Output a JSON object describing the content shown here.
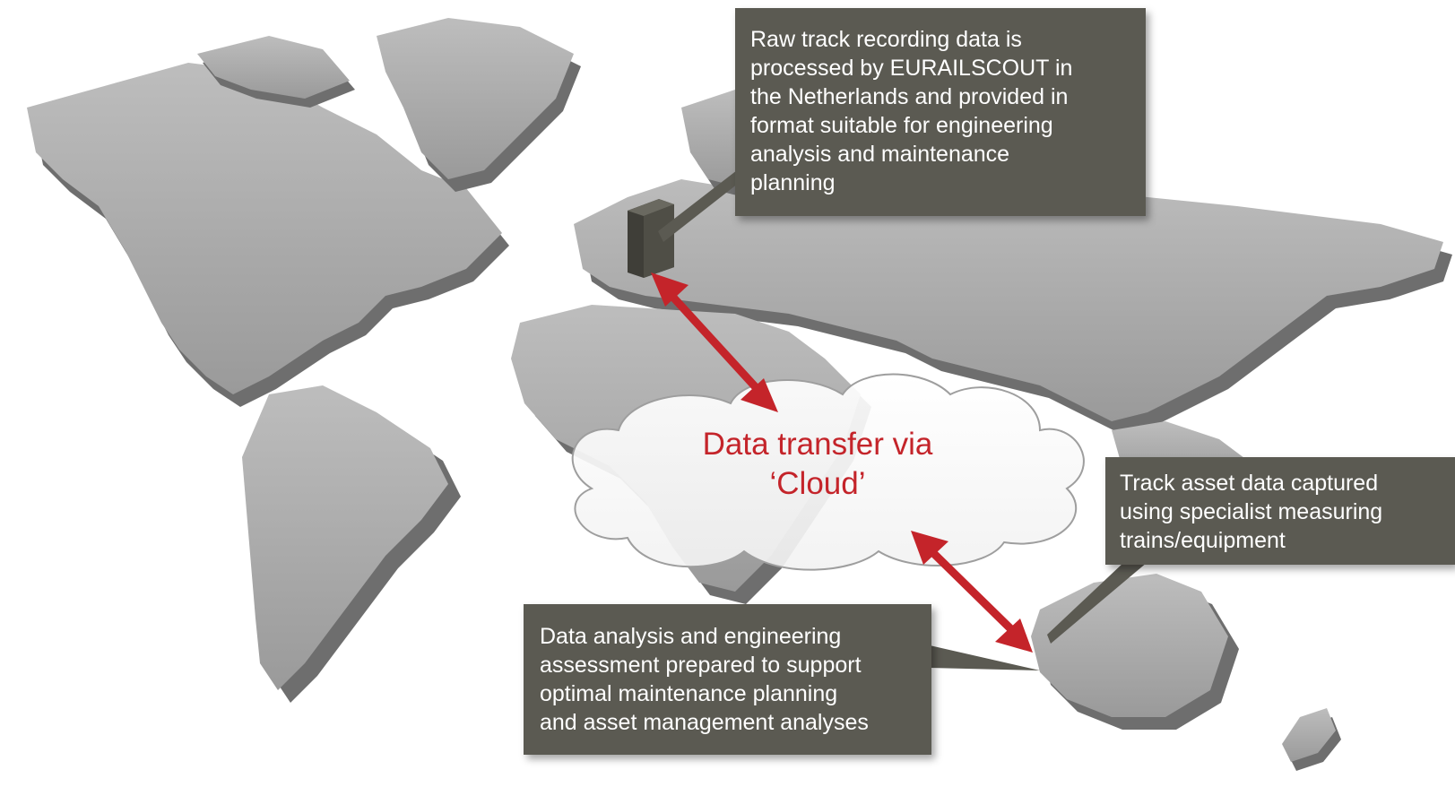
{
  "callouts": {
    "processing": "Raw track recording data is\nprocessed by EURAILSCOUT in\nthe Netherlands and provided in\nformat suitable for engineering\nanalysis and maintenance\nplanning",
    "capture": "Track asset data captured\nusing specialist measuring\ntrains/equipment",
    "analysis": "Data analysis and engineering\nassessment prepared to support\noptimal maintenance planning\nand asset management analyses"
  },
  "cloud": {
    "label": "Data transfer via\n‘Cloud’"
  },
  "colors": {
    "callout_bg": "#5b5a52",
    "callout_text": "#ffffff",
    "arrow": "#c4242a",
    "cloud_text": "#c4242a",
    "land_top": "#a8a8a8",
    "land_side": "#6e6e6e"
  },
  "icons": {
    "map": "world-map-3d",
    "cloud": "cloud-shape",
    "arrows": "double-headed-arrow"
  }
}
